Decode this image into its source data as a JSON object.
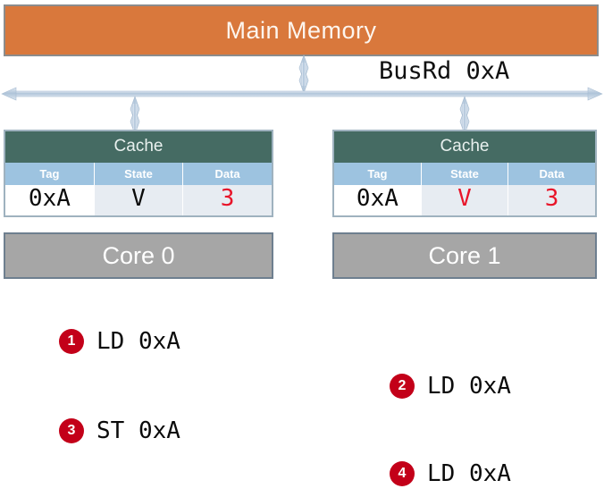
{
  "memory": {
    "label": "Main Memory",
    "color": "#D9783C"
  },
  "bus": {
    "label": "BusRd 0xA",
    "line_color": "#B9CBDE"
  },
  "caches": [
    {
      "title": "Cache",
      "columns": [
        "Tag",
        "State",
        "Data"
      ],
      "row": {
        "tag": "0xA",
        "state": "V",
        "data": "3"
      },
      "row_colors": {
        "tag": "#0B0B0B",
        "state": "#0B0B0B",
        "data": "#E8152A"
      },
      "core": "Core 0"
    },
    {
      "title": "Cache",
      "columns": [
        "Tag",
        "State",
        "Data"
      ],
      "row": {
        "tag": "0xA",
        "state": "V",
        "data": "3"
      },
      "row_colors": {
        "tag": "#0B0B0B",
        "state": "#E8152A",
        "data": "#E8152A"
      },
      "core": "Core 1"
    }
  ],
  "steps": [
    {
      "number": "1",
      "text": "LD 0xA"
    },
    {
      "number": "2",
      "text": "LD 0xA"
    },
    {
      "number": "3",
      "text": "ST 0xA"
    },
    {
      "number": "4",
      "text": "LD 0xA"
    }
  ],
  "colors": {
    "badge": "#C30019",
    "cache_header": "#456B63",
    "cache_subheader": "#9DC3E0",
    "core": "#A6A6A6"
  }
}
